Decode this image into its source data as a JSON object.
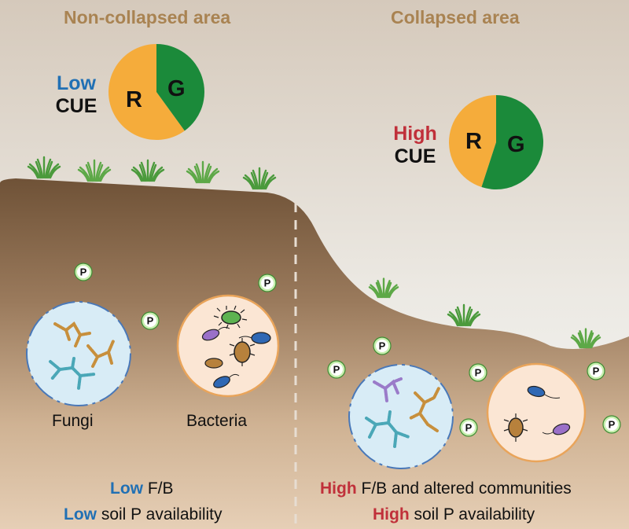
{
  "left_panel": {
    "title": "Non-collapsed area",
    "cue": {
      "level": "Low",
      "label": "CUE",
      "level_color": "#2170b4"
    },
    "pie": {
      "r_label": "R",
      "g_label": "G",
      "r_share": 0.6,
      "g_share": 0.4
    },
    "circle_labels": {
      "fungi": "Fungi",
      "bacteria": "Bacteria"
    },
    "captions": [
      {
        "level": "Low",
        "text": " F/B"
      },
      {
        "level": "Low",
        "text": " soil P availability"
      }
    ],
    "phosphorus_marker": "P"
  },
  "right_panel": {
    "title": "Collapsed area",
    "cue": {
      "level": "High",
      "label": "CUE",
      "level_color": "#c0303a"
    },
    "pie": {
      "r_label": "R",
      "g_label": "G",
      "r_share": 0.45,
      "g_share": 0.55
    },
    "captions": [
      {
        "level": "High",
        "text": " F/B and altered communities"
      },
      {
        "level": "High",
        "text": " soil P availability"
      }
    ],
    "phosphorus_marker": "P"
  },
  "colors": {
    "sky_top": "#d5c9bb",
    "sky_bottom": "#f4f8f8",
    "soil_dark": "#6f5237",
    "soil_light": "#ddc3a7",
    "r_orange": "#f5ac3b",
    "g_green": "#1b8a3a",
    "fungi_circle": "#d8ecf6",
    "bacteria_circle": "#fbe6d4",
    "p_fill": "#c9efb0",
    "p_stroke": "#3f8c33"
  }
}
